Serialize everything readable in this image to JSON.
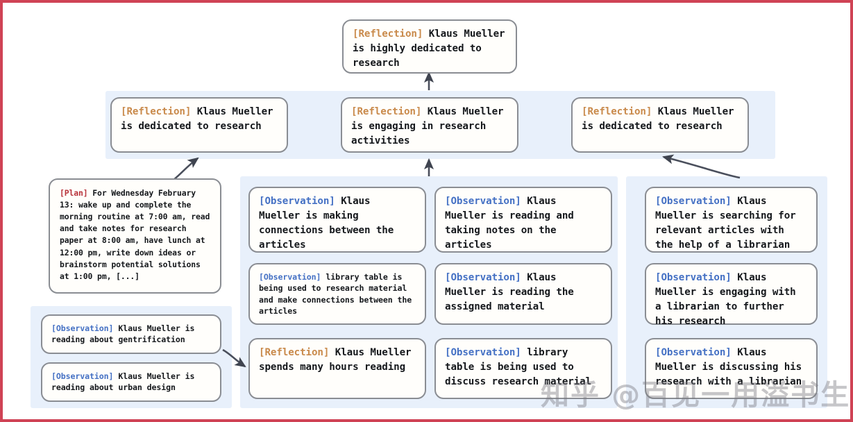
{
  "figure": {
    "border_color": "#cf4355",
    "panel_color": "#e8f0fb",
    "node_border_color": "#8a8d93",
    "node_fill_color": "#fffefb",
    "tag_colors": {
      "reflection": "#c98a4b",
      "observation": "#4571c4",
      "plan": "#b8333b"
    }
  },
  "watermark": {
    "text": "知乎 @百见一用溢书生"
  },
  "nodes": {
    "root_reflection": {
      "tag": "[Reflection]",
      "text": " Klaus Mueller is highly dedicated to research"
    },
    "mid_reflection_left": {
      "tag": "[Reflection]",
      "text": " Klaus Mueller is dedicated to research"
    },
    "mid_reflection_center": {
      "tag": "[Reflection]",
      "text": " Klaus Mueller is engaging in research activities"
    },
    "mid_reflection_right": {
      "tag": "[Reflection]",
      "text": " Klaus Mueller is dedicated to research"
    },
    "plan_box": {
      "tag": "[Plan]",
      "text": " For Wednesday February 13: wake up and complete the morning routine at 7:00 am, read and take notes for research paper at 8:00 am, have lunch at 12:00 pm, write down ideas or brainstorm potential solutions at 1:00 pm, [...]"
    },
    "obs_gentrification": {
      "tag": "[Observation]",
      "text": " Klaus Mueller is reading about gentrification"
    },
    "obs_urban_design": {
      "tag": "[Observation]",
      "text": " Klaus Mueller is reading about urban design"
    },
    "obs_connections": {
      "tag": "[Observation]",
      "text": " Klaus Mueller is making connections between the articles"
    },
    "obs_library_table_connections": {
      "tag": "[Observation]",
      "text": " library table is being used to research material and make connections between the articles"
    },
    "refl_spends_hours": {
      "tag": "[Reflection]",
      "text": " Klaus Mueller spends many hours reading"
    },
    "obs_taking_notes": {
      "tag": "[Observation]",
      "text": " Klaus Mueller is reading and taking notes on the articles"
    },
    "obs_assigned_material": {
      "tag": "[Observation]",
      "text": " Klaus Mueller is reading the assigned material"
    },
    "obs_library_table_discuss": {
      "tag": "[Observation]",
      "text": " library table is being used to discuss research material"
    },
    "obs_searching_articles": {
      "tag": "[Observation]",
      "text": " Klaus Mueller is searching for relevant articles with the help of a librarian"
    },
    "obs_engaging_librarian": {
      "tag": "[Observation]",
      "text": " Klaus Mueller is engaging with a librarian to further his research"
    },
    "obs_discussing_librarian": {
      "tag": "[Observation]",
      "text": " Klaus Mueller is discussing his research with a librarian"
    }
  }
}
